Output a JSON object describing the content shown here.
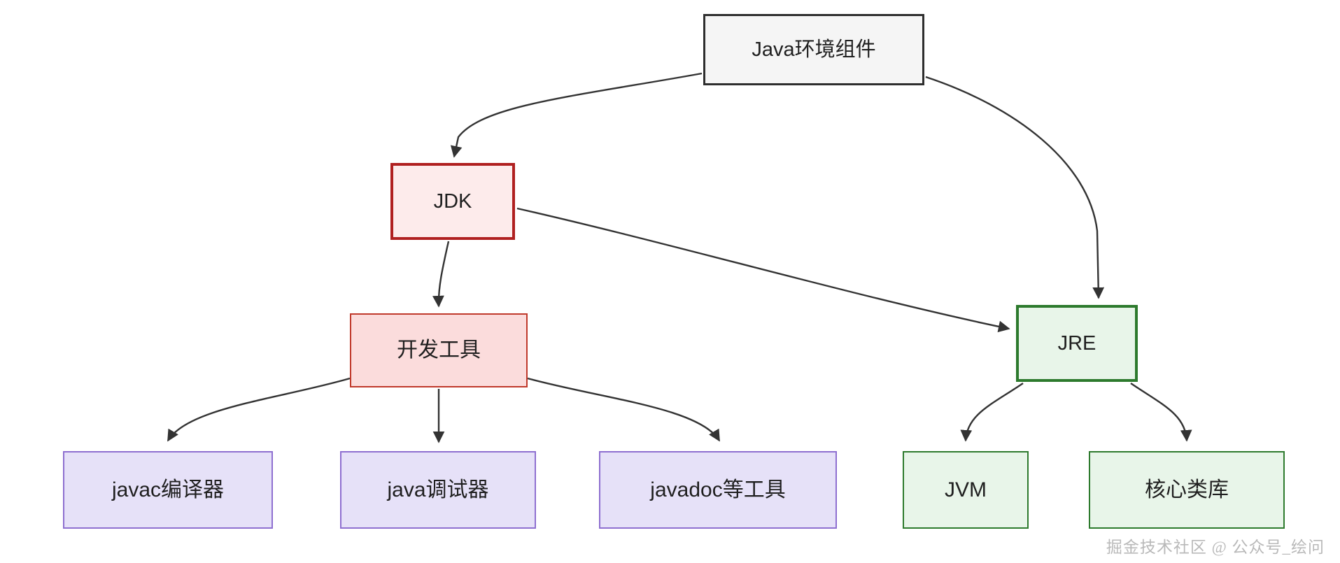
{
  "diagram": {
    "type": "flowchart",
    "direction": "top-down",
    "title": "Java环境组件",
    "nodes": [
      {
        "id": "root",
        "label": "Java环境组件",
        "style": "gray",
        "border_color": "#2e2e2e",
        "fill_color": "#f5f5f5"
      },
      {
        "id": "jdk",
        "label": "JDK",
        "style": "red",
        "border_color": "#b02020",
        "fill_color": "#fdebeb"
      },
      {
        "id": "jre",
        "label": "JRE",
        "style": "green",
        "border_color": "#2d7a2d",
        "fill_color": "#e8f5e9"
      },
      {
        "id": "devtools",
        "label": "开发工具",
        "style": "pink",
        "border_color": "#c0392b",
        "fill_color": "#fbdcdc"
      },
      {
        "id": "javac",
        "label": "javac编译器",
        "style": "purple",
        "border_color": "#8e6fd0",
        "fill_color": "#e6e1f8"
      },
      {
        "id": "jdb",
        "label": "java调试器",
        "style": "purple",
        "border_color": "#8e6fd0",
        "fill_color": "#e6e1f8"
      },
      {
        "id": "javadoc",
        "label": "javadoc等工具",
        "style": "purple",
        "border_color": "#8e6fd0",
        "fill_color": "#e6e1f8"
      },
      {
        "id": "jvm",
        "label": "JVM",
        "style": "green",
        "border_color": "#2d7a2d",
        "fill_color": "#e8f5e9"
      },
      {
        "id": "corelib",
        "label": "核心类库",
        "style": "green",
        "border_color": "#2d7a2d",
        "fill_color": "#e8f5e9"
      }
    ],
    "edges": [
      {
        "from": "root",
        "to": "jdk",
        "label": ""
      },
      {
        "from": "root",
        "to": "jre",
        "label": ""
      },
      {
        "from": "jdk",
        "to": "devtools",
        "label": ""
      },
      {
        "from": "jdk",
        "to": "jre",
        "label": ""
      },
      {
        "from": "devtools",
        "to": "javac",
        "label": ""
      },
      {
        "from": "devtools",
        "to": "jdb",
        "label": ""
      },
      {
        "from": "devtools",
        "to": "javadoc",
        "label": ""
      },
      {
        "from": "jre",
        "to": "jvm",
        "label": ""
      },
      {
        "from": "jre",
        "to": "corelib",
        "label": ""
      }
    ],
    "edge_color": "#333333",
    "background_color": "#ffffff"
  },
  "watermark": {
    "text": "掘金技术社区 @ 公众号_绘问",
    "color": "#b9b9b9"
  }
}
